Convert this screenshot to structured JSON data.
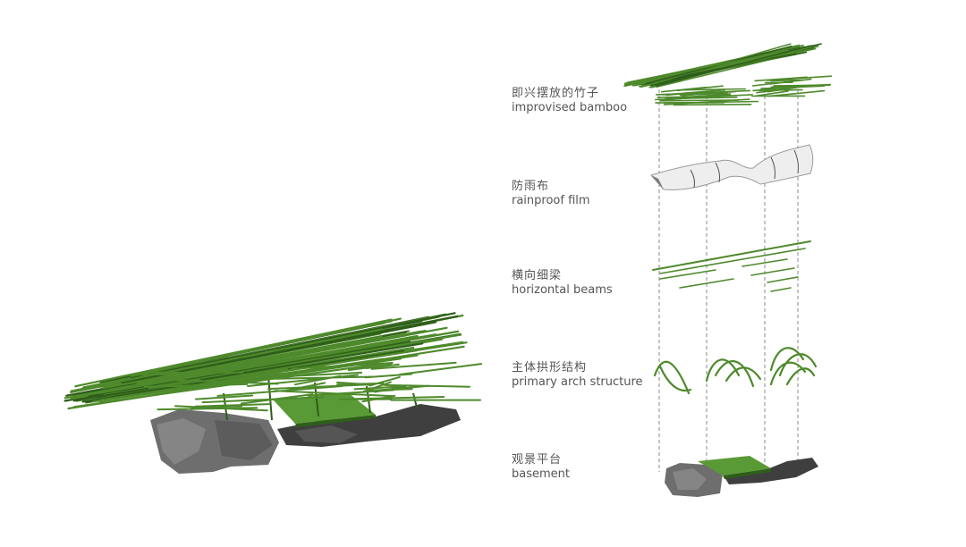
{
  "colors": {
    "bamboo": "#4e8a2c",
    "bamboo_dark": "#2f5e1a",
    "rock": "#6e6e6e",
    "rock_dark": "#3f3f3f",
    "deck": "#5a9a36",
    "film": "#eeeeee",
    "guide": "#8a8a8a",
    "label": "#555555"
  },
  "layers": [
    {
      "cn": "即兴摆放的竹子",
      "en": "improvised bamboo"
    },
    {
      "cn": "防雨布",
      "en": "rainproof film"
    },
    {
      "cn": "横向细梁",
      "en": "horizontal beams"
    },
    {
      "cn": "主体拱形结构",
      "en": "primary arch structure"
    },
    {
      "cn": "观景平台",
      "en": "basement"
    }
  ]
}
